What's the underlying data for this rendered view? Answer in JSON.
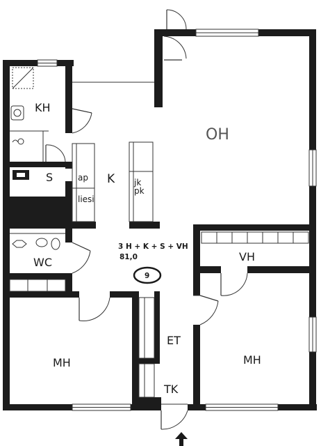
{
  "plan": {
    "summary": "3 H + K + S + VH",
    "area": "81,0",
    "apartment_number": "9"
  },
  "rooms": {
    "kh": "KH",
    "s": "S",
    "wc": "WC",
    "k": "K",
    "oh": "OH",
    "vh": "VH",
    "et": "ET",
    "tk": "TK",
    "mh_left": "MH",
    "mh_right": "MH"
  },
  "fixtures": {
    "ap": "ap",
    "liesi": "liesi",
    "jk": "jk",
    "pk": "pk"
  },
  "icons": {
    "entrance": "entrance-arrow-icon"
  }
}
